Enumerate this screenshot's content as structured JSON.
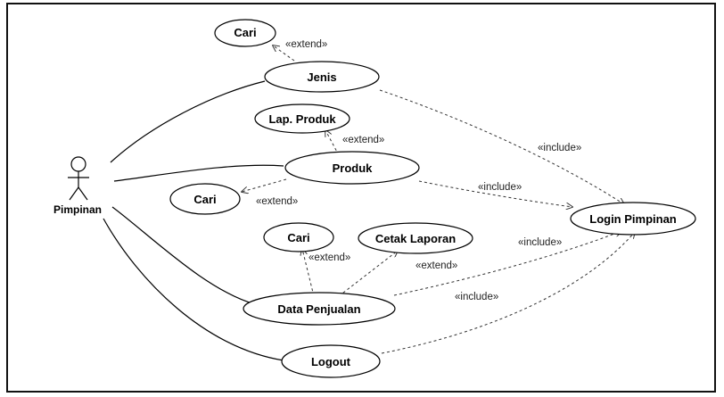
{
  "actor": {
    "label": "Pimpinan"
  },
  "use_cases": {
    "cari_top": "Cari",
    "jenis": "Jenis",
    "lap_produk": "Lap. Produk",
    "produk": "Produk",
    "cari_mid": "Cari",
    "cari_bottom": "Cari",
    "cetak_laporan": "Cetak Laporan",
    "login": "Login Pimpinan",
    "data_penjualan": "Data Penjualan",
    "logout": "Logout"
  },
  "relations": {
    "extend_jenis_cari": "«extend»",
    "extend_produk_lap": "«extend»",
    "extend_produk_cari": "«extend»",
    "extend_dp_cari": "«extend»",
    "extend_dp_cetak": "«extend»",
    "include_jenis_login": "«include»",
    "include_produk_login": "«include»",
    "include_dp_login": "«include»",
    "include_logout_login": "«include»"
  }
}
